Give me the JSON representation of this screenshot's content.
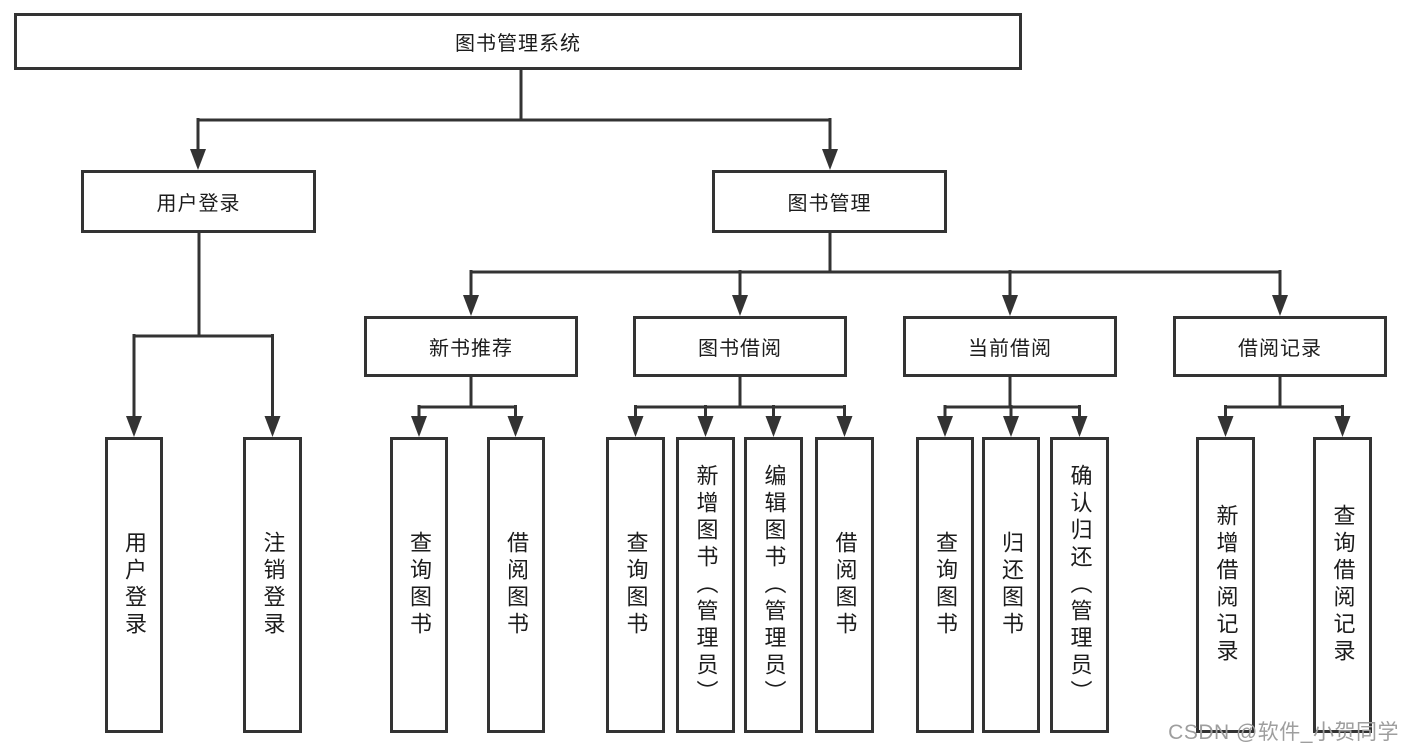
{
  "colors": {
    "line": "#333333",
    "text": "#1c1c1c",
    "watermark": "#9e9e9e",
    "background": "#ffffff"
  },
  "watermark": {
    "text": "CSDN @软件_小贺同学"
  },
  "tree": {
    "root": {
      "label": "图书管理系统"
    },
    "branches": [
      {
        "label": "用户登录",
        "children": [
          {
            "label": "用户登录"
          },
          {
            "label": "注销登录"
          }
        ]
      },
      {
        "label": "图书管理",
        "children": [
          {
            "label": "新书推荐",
            "children": [
              {
                "label": "查询图书"
              },
              {
                "label": "借阅图书"
              }
            ]
          },
          {
            "label": "图书借阅",
            "children": [
              {
                "label": "查询图书"
              },
              {
                "label": "新增图书（管理员）"
              },
              {
                "label": "编辑图书（管理员）"
              },
              {
                "label": "借阅图书"
              }
            ]
          },
          {
            "label": "当前借阅",
            "children": [
              {
                "label": "查询图书"
              },
              {
                "label": "归还图书"
              },
              {
                "label": "确认归还（管理员）"
              }
            ]
          },
          {
            "label": "借阅记录",
            "children": [
              {
                "label": "新增借阅记录"
              },
              {
                "label": "查询借阅记录"
              }
            ]
          }
        ]
      }
    ]
  }
}
